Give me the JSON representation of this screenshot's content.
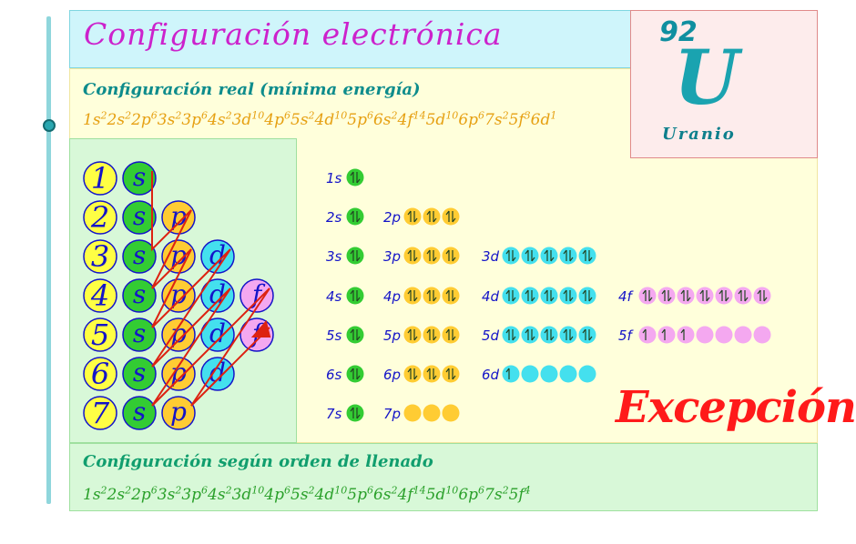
{
  "title": "Configuración electrónica",
  "element": {
    "number": "92",
    "symbol": "U",
    "name": "Uranio"
  },
  "real": {
    "title": "Configuración real (mínima energía)",
    "config": [
      [
        "1s",
        "2"
      ],
      [
        "2s",
        "2"
      ],
      [
        "2p",
        "6"
      ],
      [
        "3s",
        "2"
      ],
      [
        "3p",
        "6"
      ],
      [
        "4s",
        "2"
      ],
      [
        "3d",
        "10"
      ],
      [
        "4p",
        "6"
      ],
      [
        "5s",
        "2"
      ],
      [
        "4d",
        "10"
      ],
      [
        "5p",
        "6"
      ],
      [
        "6s",
        "2"
      ],
      [
        "4f",
        "14"
      ],
      [
        "5d",
        "10"
      ],
      [
        "6p",
        "6"
      ],
      [
        "7s",
        "2"
      ],
      [
        "5f",
        "3"
      ],
      [
        "6d",
        "1"
      ]
    ]
  },
  "order": {
    "title": "Configuración según orden de llenado",
    "config": [
      [
        "1s",
        "2"
      ],
      [
        "2s",
        "2"
      ],
      [
        "2p",
        "6"
      ],
      [
        "3s",
        "2"
      ],
      [
        "3p",
        "6"
      ],
      [
        "4s",
        "2"
      ],
      [
        "3d",
        "10"
      ],
      [
        "4p",
        "6"
      ],
      [
        "5s",
        "2"
      ],
      [
        "4d",
        "10"
      ],
      [
        "5p",
        "6"
      ],
      [
        "6s",
        "2"
      ],
      [
        "4f",
        "14"
      ],
      [
        "5d",
        "10"
      ],
      [
        "6p",
        "6"
      ],
      [
        "7s",
        "2"
      ],
      [
        "5f",
        "4"
      ]
    ]
  },
  "exception_label": "Excepción",
  "diagram": {
    "levels": [
      "1",
      "2",
      "3",
      "4",
      "5",
      "6",
      "7"
    ],
    "rows": [
      [
        "s"
      ],
      [
        "s",
        "p"
      ],
      [
        "s",
        "p",
        "d"
      ],
      [
        "s",
        "p",
        "d",
        "f"
      ],
      [
        "s",
        "p",
        "d",
        "f"
      ],
      [
        "s",
        "p",
        "d"
      ],
      [
        "s",
        "p"
      ]
    ]
  },
  "orbitals": [
    {
      "label": "1s",
      "filled": [
        2
      ]
    },
    {
      "label": "2s",
      "filled": [
        2
      ]
    },
    {
      "label": "2p",
      "filled": [
        2,
        2,
        2
      ]
    },
    {
      "label": "3s",
      "filled": [
        2
      ]
    },
    {
      "label": "3p",
      "filled": [
        2,
        2,
        2
      ]
    },
    {
      "label": "3d",
      "filled": [
        2,
        2,
        2,
        2,
        2
      ]
    },
    {
      "label": "4s",
      "filled": [
        2
      ]
    },
    {
      "label": "4p",
      "filled": [
        2,
        2,
        2
      ]
    },
    {
      "label": "4d",
      "filled": [
        2,
        2,
        2,
        2,
        2
      ]
    },
    {
      "label": "4f",
      "filled": [
        2,
        2,
        2,
        2,
        2,
        2,
        2
      ]
    },
    {
      "label": "5s",
      "filled": [
        2
      ]
    },
    {
      "label": "5p",
      "filled": [
        2,
        2,
        2
      ]
    },
    {
      "label": "5d",
      "filled": [
        2,
        2,
        2,
        2,
        2
      ]
    },
    {
      "label": "5f",
      "filled": [
        1,
        1,
        1,
        0,
        0,
        0,
        0
      ]
    },
    {
      "label": "6s",
      "filled": [
        2
      ]
    },
    {
      "label": "6p",
      "filled": [
        2,
        2,
        2
      ]
    },
    {
      "label": "6d",
      "filled": [
        1,
        0,
        0,
        0,
        0
      ]
    },
    {
      "label": "7s",
      "filled": [
        2
      ]
    },
    {
      "label": "7p",
      "filled": [
        0,
        0,
        0
      ]
    }
  ],
  "colors": {
    "s": "#33cc33",
    "p": "#ffcc33",
    "d": "#44e0ee",
    "f": "#f4a8f0",
    "level": "#ffff44",
    "arrow": "#dd2211"
  }
}
